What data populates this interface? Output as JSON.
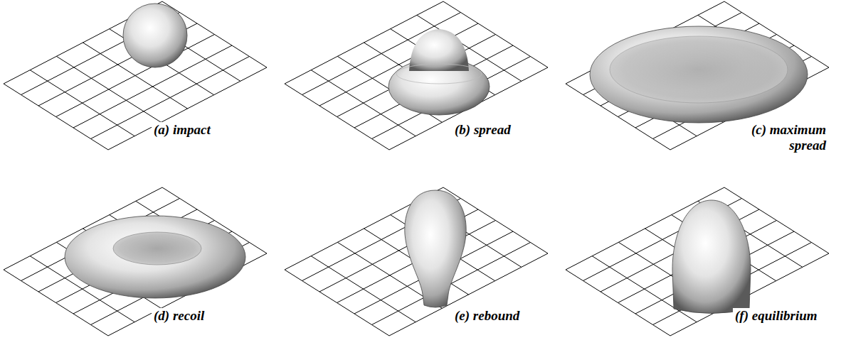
{
  "diagram": {
    "labels": [
      "(a) impact",
      "(b) spread",
      "(c) maximum spread",
      "(d) recoil",
      "(e) rebound",
      "(f) equilibrium"
    ]
  }
}
